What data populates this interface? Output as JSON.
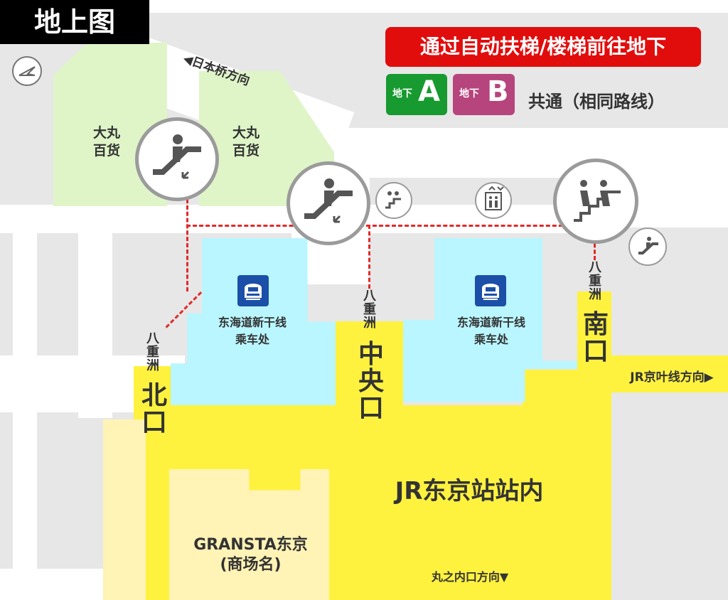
{
  "header": {
    "title": "地上图",
    "route_banner": "通过自动扶梯/楼梯前往地下"
  },
  "legend": {
    "badge_a_prefix": "地下",
    "badge_a_letter": "A",
    "badge_b_prefix": "地下",
    "badge_b_letter": "B",
    "common_text": "共通（相同路线）",
    "colors": {
      "green": "#179a2f",
      "pink": "#b6447d",
      "banner": "#e10d0d"
    }
  },
  "map": {
    "direction_nihonbashi": "◀日本桥方向",
    "daimaru_left": [
      "大丸",
      "百货"
    ],
    "daimaru_right": [
      "大丸",
      "百货"
    ],
    "tokaido_left": [
      "东海道新干线",
      "乘车处"
    ],
    "tokaido_right": [
      "东海道新干线",
      "乘车处"
    ],
    "north_exit": {
      "station": "八重洲",
      "exit": "北口"
    },
    "central_exit": {
      "station": "八重洲",
      "exit": "中央口"
    },
    "south_exit": {
      "station": "八重洲",
      "exit": "南口"
    },
    "jr_keiyo": "JR京叶线方向▶",
    "jr_inside": "JR东京站站内",
    "granstar": [
      "GRANSTA东京",
      "(商场名)"
    ],
    "marunouchi": "丸之内口方向▼",
    "icons": {
      "compass": "north-arrow-icon",
      "escalator": "escalator-icon",
      "stairs": "stairs-icon",
      "elevator": "elevator-icon",
      "shinkansen": "shinkansen-icon"
    }
  }
}
